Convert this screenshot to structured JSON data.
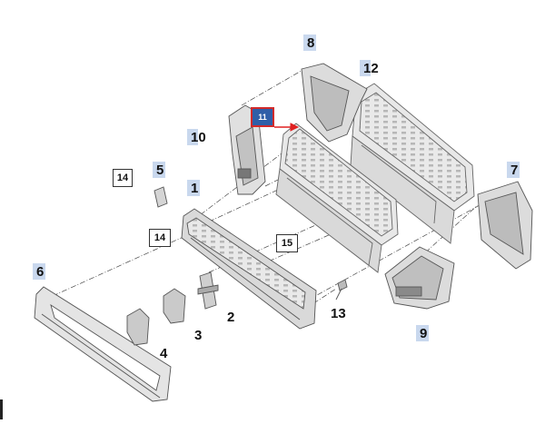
{
  "diagram": {
    "callouts": [
      {
        "id": "c1",
        "label": "1",
        "style": "plain"
      },
      {
        "id": "c2",
        "label": "2",
        "style": "plain"
      },
      {
        "id": "c3",
        "label": "3",
        "style": "plain"
      },
      {
        "id": "c4",
        "label": "4",
        "style": "plain"
      },
      {
        "id": "c5",
        "label": "5",
        "style": "plain"
      },
      {
        "id": "c6",
        "label": "6",
        "style": "plain"
      },
      {
        "id": "c7",
        "label": "7",
        "style": "plain"
      },
      {
        "id": "c8",
        "label": "8",
        "style": "plain"
      },
      {
        "id": "c9",
        "label": "9",
        "style": "plain"
      },
      {
        "id": "c10",
        "label": "10",
        "style": "plain"
      },
      {
        "id": "c11",
        "label": "11",
        "style": "highlighted"
      },
      {
        "id": "c12",
        "label": "12",
        "style": "plain"
      },
      {
        "id": "c13",
        "label": "13",
        "style": "plain"
      },
      {
        "id": "c14a",
        "label": "14",
        "style": "boxed"
      },
      {
        "id": "c14b",
        "label": "14",
        "style": "boxed"
      },
      {
        "id": "c15",
        "label": "15",
        "style": "boxed"
      }
    ],
    "colors": {
      "part_fill": "#e6e6e6",
      "part_stroke": "#6a6a6a",
      "leader": "#333333",
      "highlight_border": "#d12a2a",
      "highlight_fill": "#2f5fa8",
      "chip": "#c9d8ee",
      "arrow": "#e02020"
    }
  }
}
